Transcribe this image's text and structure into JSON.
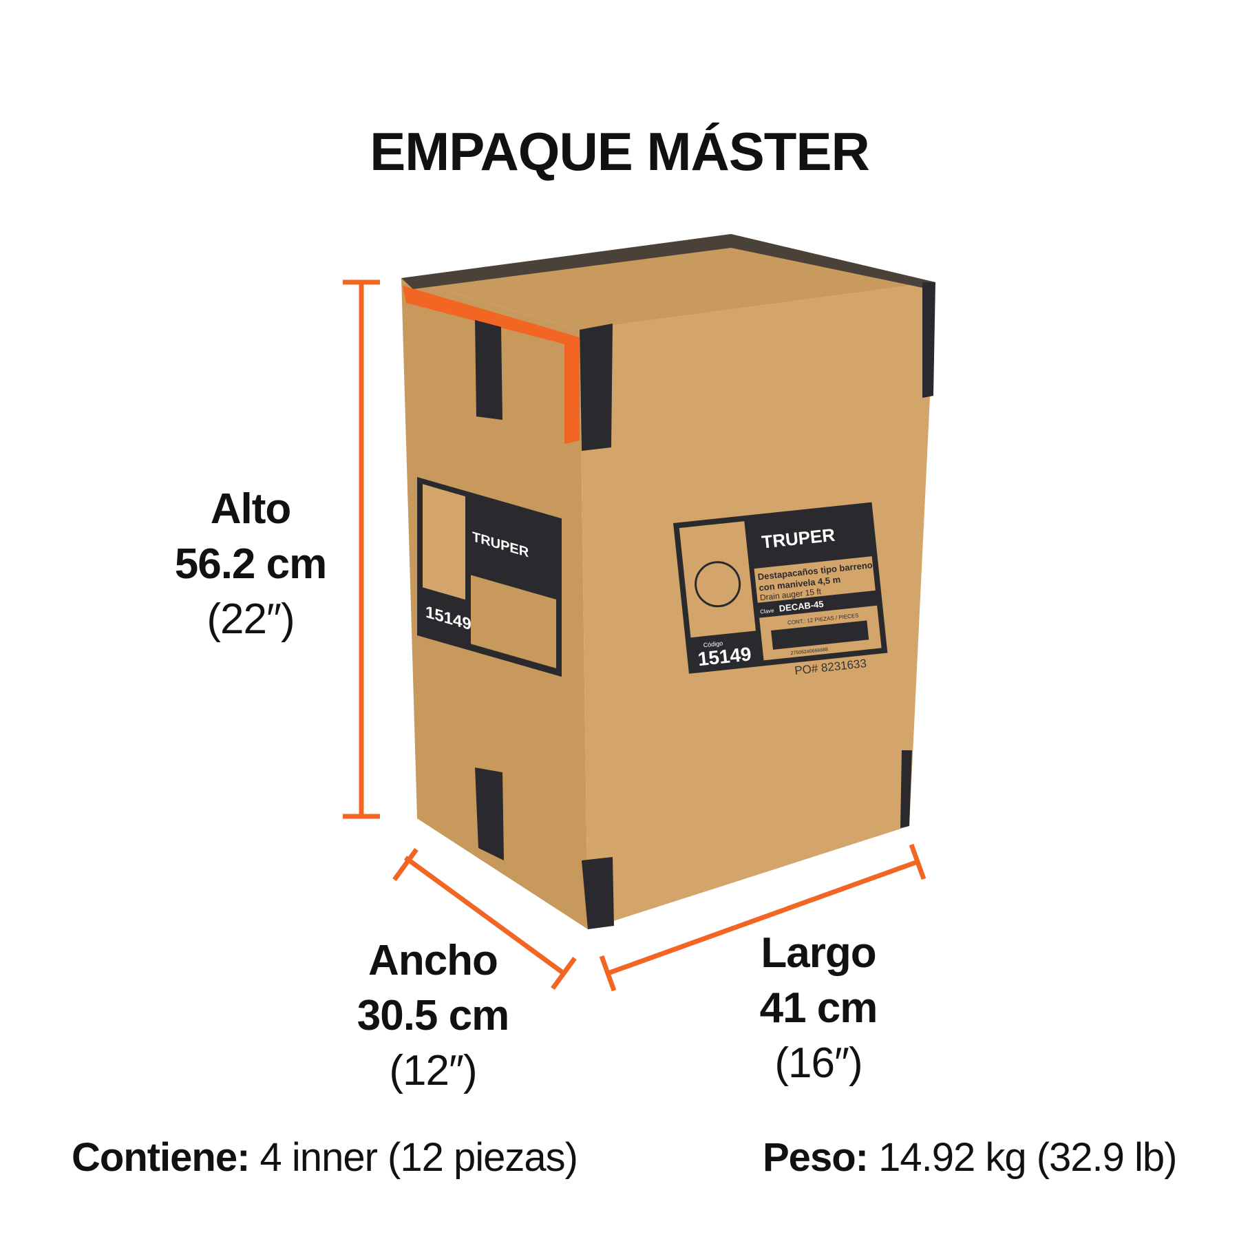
{
  "title": "EMPAQUE MÁSTER",
  "colors": {
    "accent": "#f26522",
    "cardboard": "#d4a56a",
    "tape": "#2a2a2e"
  },
  "dimensions": {
    "alto": {
      "label": "Alto",
      "metric": "56.2 cm",
      "imperial": "(22″)"
    },
    "ancho": {
      "label": "Ancho",
      "metric": "30.5 cm",
      "imperial": "(12″)"
    },
    "largo": {
      "label": "Largo",
      "metric": "41 cm",
      "imperial": "(16″)"
    }
  },
  "contents": {
    "label": "Contiene:",
    "value": " 4 inner (12 piezas)"
  },
  "weight": {
    "label": "Peso:",
    "value": " 14.92 kg (32.9 lb)"
  },
  "box_label": {
    "brand": "TRUPER",
    "product_es_1": "Destapacaños tipo barreno",
    "product_es_2": "con manivela 4,5 m",
    "product_en": "Drain auger 15 ft",
    "clave_label": "Clave",
    "clave": "DECAB-45",
    "cont": "CONT.: 12 PIEZAS / PIECES",
    "barcode": "27506240666688",
    "codigo_label": "Código",
    "codigo": "15149",
    "po": "PO#  8231633"
  }
}
